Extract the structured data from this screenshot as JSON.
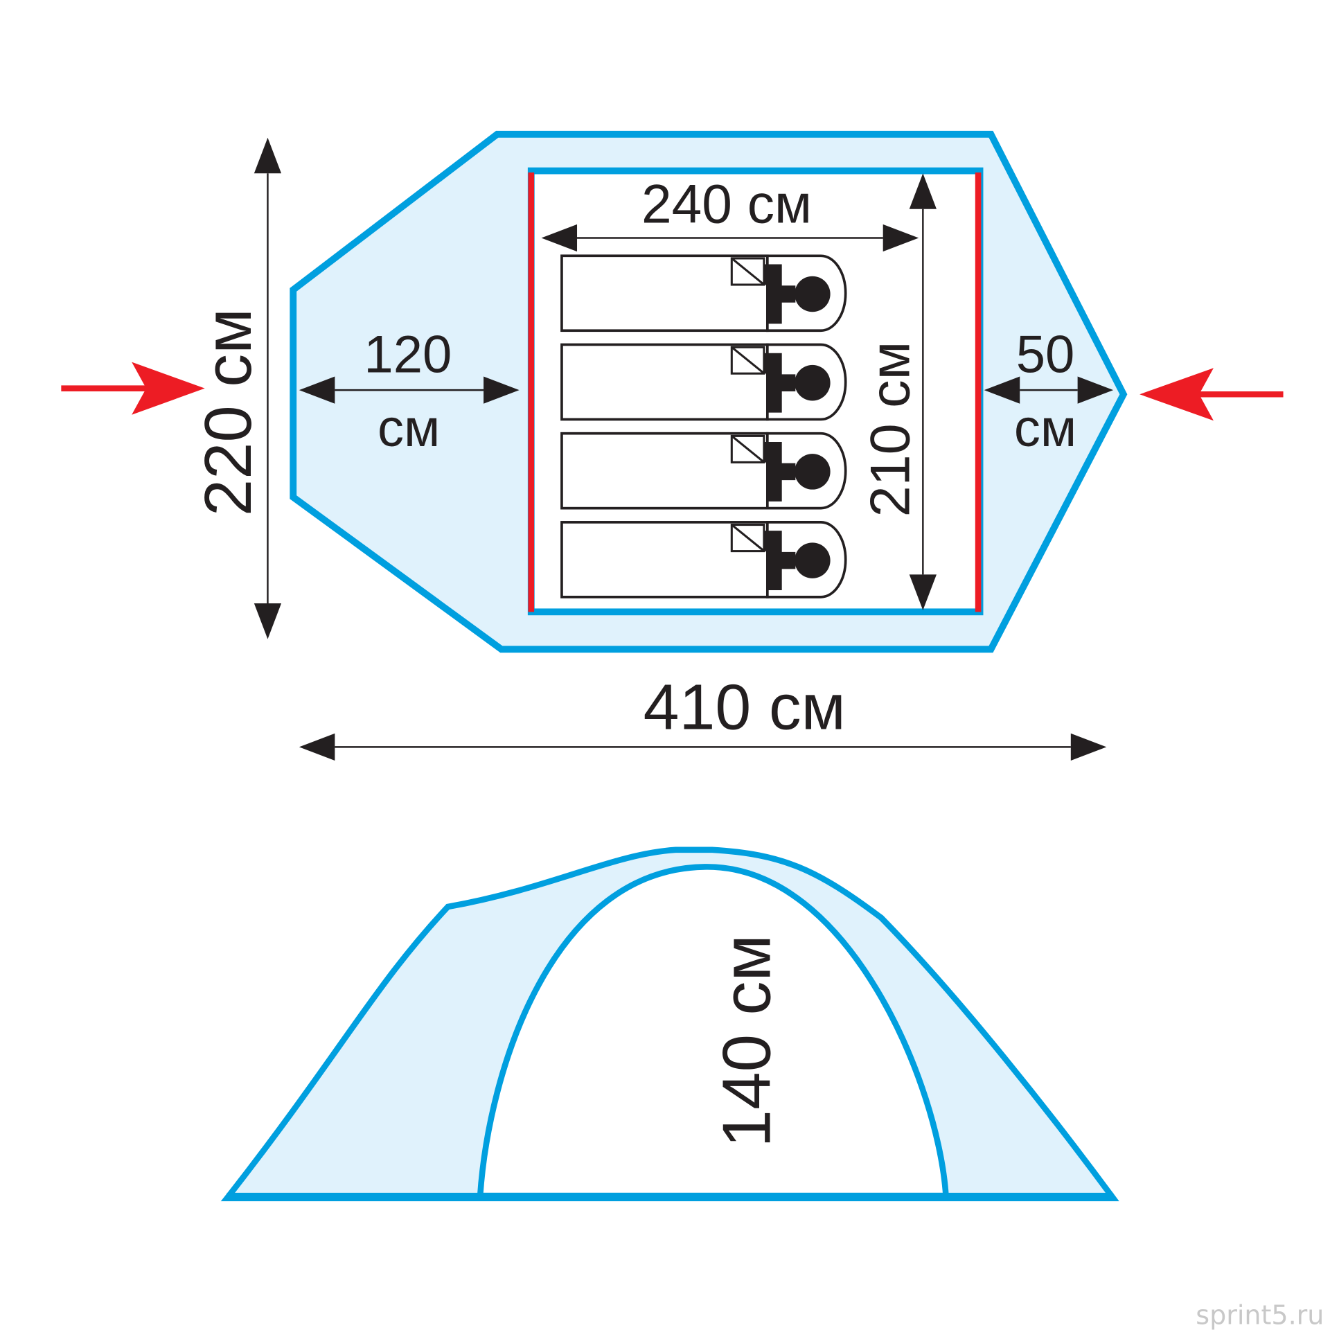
{
  "colors": {
    "tent_outline": "#009fdf",
    "tent_fill": "#e0f2fc",
    "pole": "#ed1c24",
    "ink": "#231f20",
    "wind_arrow": "#ed1c24"
  },
  "top_view": {
    "inner_length": "240 см",
    "inner_width": "210 см",
    "total_width": "220 см",
    "vestibule_front_value": "120",
    "vestibule_front_unit": "см",
    "vestibule_back_value": "50",
    "vestibule_back_unit": "см",
    "total_length": "410 см",
    "sleeping_places": 4
  },
  "side_view": {
    "inner_height": "140 см"
  },
  "watermark": "sprint5.ru"
}
